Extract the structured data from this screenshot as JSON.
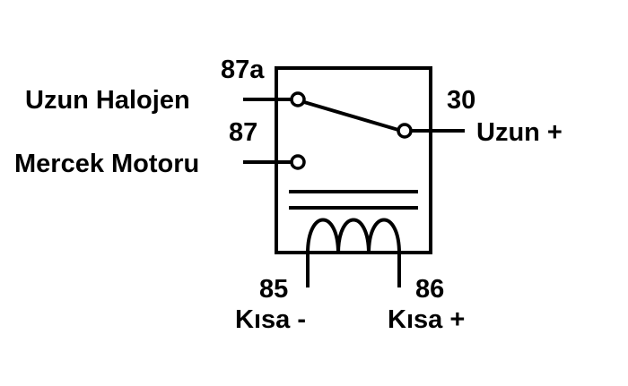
{
  "relay": {
    "pins": {
      "p87a": "87a",
      "p87": "87",
      "p30": "30",
      "p85": "85",
      "p86": "86"
    },
    "connections": {
      "uzun_halojen": "Uzun Halojen",
      "mercek_motoru": "Mercek Motoru",
      "uzun_plus": "Uzun +",
      "kisa_minus": "Kısa -",
      "kisa_plus": "Kısa +"
    },
    "colors": {
      "line": "#000000",
      "background": "#ffffff"
    }
  }
}
